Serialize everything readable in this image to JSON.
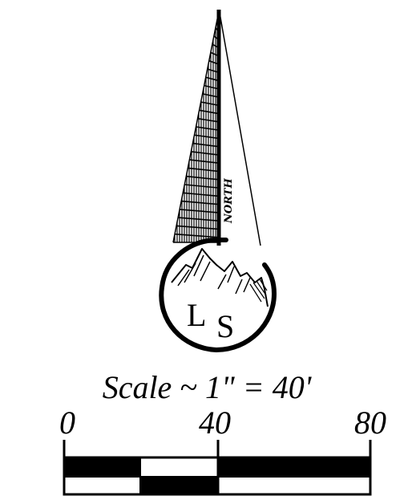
{
  "north_arrow": {
    "label": "NORTH"
  },
  "logo": {
    "letter_left": "L",
    "letter_right": "S",
    "depicts": "mountain-peaks"
  },
  "scale": {
    "caption": "Scale ~ 1\" = 40'",
    "tick_labels": [
      "0",
      "40",
      "80"
    ],
    "bar_top_pattern": [
      "black",
      "white",
      "black"
    ],
    "bar_bottom_pattern": [
      "white",
      "black",
      "white"
    ]
  }
}
